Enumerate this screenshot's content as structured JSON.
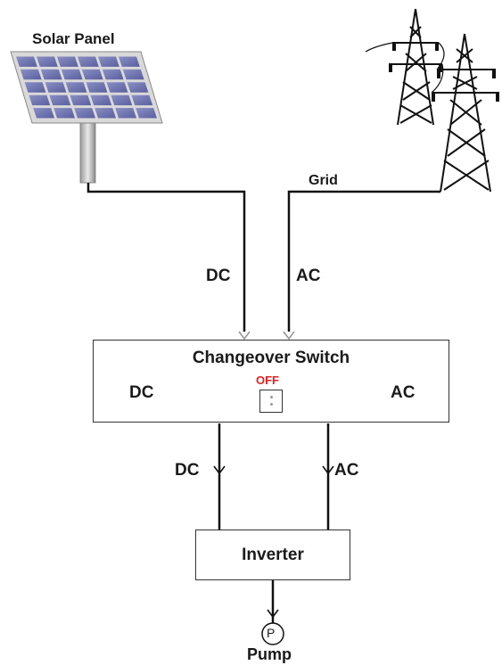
{
  "solar_panel": {
    "label": "Solar Panel"
  },
  "grid": {
    "label": "Grid"
  },
  "wires": {
    "dc_in": "DC",
    "ac_in": "AC",
    "dc_out": "DC",
    "ac_out": "AC"
  },
  "changeover_switch": {
    "title": "Changeover Switch",
    "left_label": "DC",
    "right_label": "AC",
    "state_label": "OFF",
    "state_color": "#e02020"
  },
  "inverter": {
    "label": "Inverter"
  },
  "pump": {
    "symbol": "P",
    "label": "Pump"
  },
  "icons": [
    "solar-panel-icon",
    "transmission-tower-icon",
    "pump-icon",
    "toggle-switch-icon"
  ]
}
